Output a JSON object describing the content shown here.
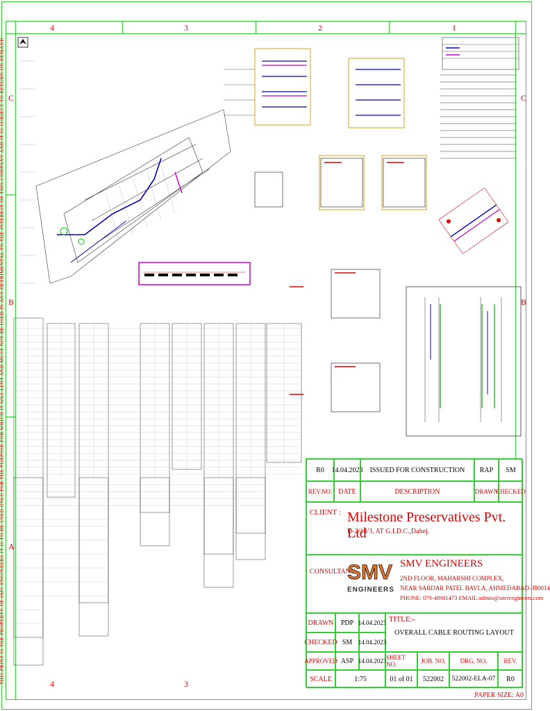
{
  "grid": {
    "columns": [
      "4",
      "3",
      "2",
      "1"
    ],
    "rows": [
      "C",
      "B",
      "A"
    ]
  },
  "side_note": "THIS PRINT IS THE PROPERTY OF SMV ENGINEERS IT IS TO BE USED ONLY FOR THE PURPOSE FOR WHICH IT WAS LENT AND MUST NOT BE USED IN ANY DETRIMENTAL TO THE INTEREST OF THIS COMPANY AND IT IS SUBJECT TO RETURN ON DEMAND",
  "revision": {
    "rev": "R0",
    "date": "14.04.2023",
    "description": "ISSUED FOR CONSTRUCTION",
    "drawn": "RAP",
    "checked": "SM",
    "headers": {
      "rev_no": "REV.NO.",
      "date": "DATE",
      "description": "DESCRIPTION",
      "drawn": "DRAWN",
      "checked": "CHECKED"
    }
  },
  "client": {
    "label": "CLIENT :",
    "name": "Milestone Preservatives Pvt. Ltd",
    "address": "D-2/18/3, AT G.I.D.C.,Dahej."
  },
  "consultant": {
    "label": "CONSULTANT:",
    "logo_text": "SMV",
    "logo_subtext": "ENGINEERS",
    "name": "SMV ENGINEERS",
    "address_line1": "2ND FLOOR, MAHARSHI COMPLEX,",
    "address_line2": "NEAR SARDAR PATEL BAVLA, AHMEDABAD-380014",
    "contact": "PHONE: 079-48901473 EMAIL:admin@smvengineers.com"
  },
  "signoff": {
    "drawn_label": "DRAWN",
    "drawn_by": "PDP",
    "drawn_date": "14.04.2023",
    "checked_label": "CHECKED",
    "checked_by": "SM",
    "checked_date": "14.04.2023",
    "approved_label": "APPROVED",
    "approved_by": "ASP",
    "approved_date": "14.04.2023"
  },
  "title": {
    "label": "TITLE:-",
    "value": "OVERALL CABLE ROUTING LAYOUT"
  },
  "sheet": {
    "scale_label": "SCALE",
    "scale": "1:75",
    "sheet_no_label": "SHEET NO.",
    "sheet_no": "01 of 01",
    "job_no_label": "JOB. NO.",
    "job_no": "522002",
    "drg_no_label": "DRG. NO.",
    "drg_no": "522002-ELA-07",
    "rev_label": "REV.",
    "rev": "R0"
  },
  "paper_size": "PAPER SIZE: A0",
  "colors": {
    "frame": "#33cc33",
    "accent_red": "#dd0000",
    "cable_blue": "#0000cc",
    "cable_magenta": "#cc00cc",
    "logo_orange": "#e8752a"
  }
}
